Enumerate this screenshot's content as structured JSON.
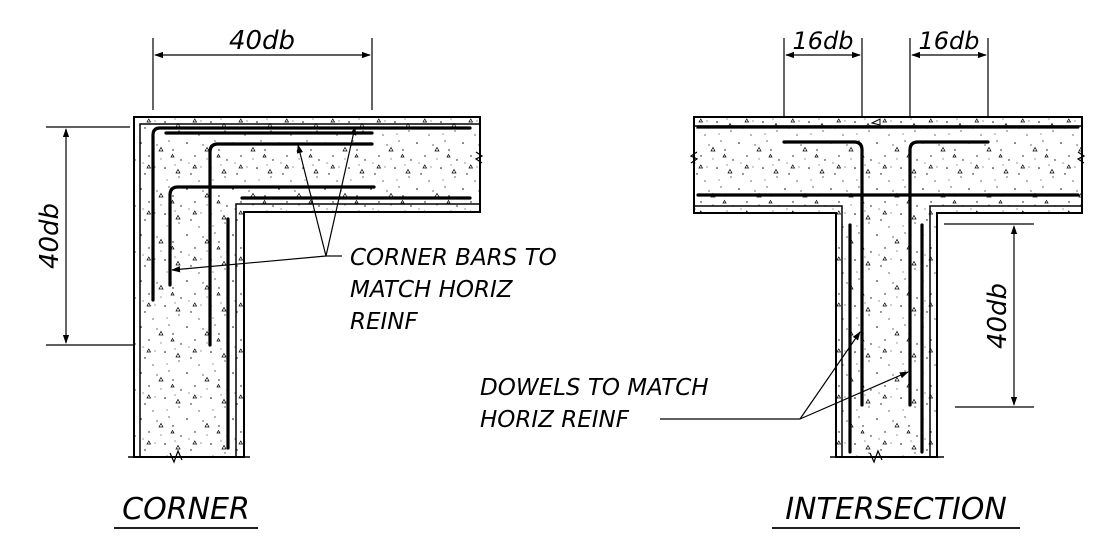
{
  "details": {
    "corner": {
      "title": "CORNER",
      "dim_horizontal": "40db",
      "dim_vertical": "40db",
      "note_lines": [
        "CORNER BARS TO",
        "MATCH HORIZ",
        "REINF"
      ]
    },
    "intersection": {
      "title": "INTERSECTION",
      "dim_left": "16db",
      "dim_right": "16db",
      "dim_vertical": "40db",
      "note_lines": [
        "DOWELS TO MATCH",
        "HORIZ REINF"
      ]
    }
  },
  "colors": {
    "line": "#000000",
    "background": "#ffffff"
  }
}
